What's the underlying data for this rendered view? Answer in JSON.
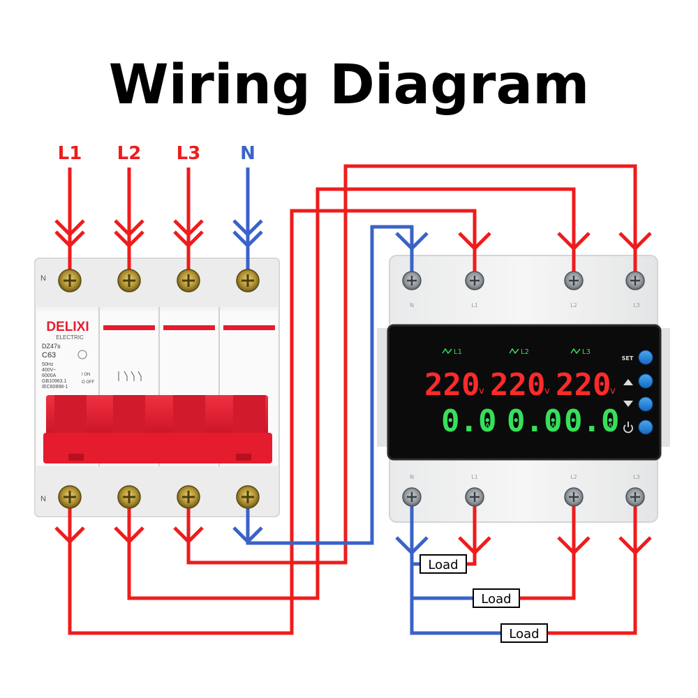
{
  "title": "Wiring Diagram",
  "colors": {
    "line": "#ee1c1c",
    "neutral": "#3a63c8",
    "breaker_red": "#e51c2e",
    "digit_red": "#ff2a2a",
    "digit_green": "#36e05a",
    "button_blue": "#1e88e5",
    "display_bg": "#0b0b0b"
  },
  "inputs": {
    "l1": "L1",
    "l2": "L2",
    "l3": "L3",
    "n": "N"
  },
  "breaker": {
    "brand": "DELIXI",
    "brand_sub": "ELECTRIC",
    "model": "DZ47s",
    "rating": "C63",
    "spec1": "50Hz",
    "spec2": "400V~",
    "spec3": "6000A",
    "spec4": "GB10963.1",
    "spec5": "IEC60898-1",
    "on_label": "I ON",
    "off_label": "O OFF",
    "n_top": "N",
    "n_bottom": "N"
  },
  "meter": {
    "phases": [
      "L1",
      "L2",
      "L3"
    ],
    "voltages": [
      "220",
      "220",
      "220"
    ],
    "voltage_unit": "v",
    "currents": [
      "0.0",
      "0.0",
      "0.0"
    ],
    "current_unit": "A",
    "set_label": "SET",
    "terminal_top": [
      "N",
      "L1",
      "L2",
      "L3"
    ],
    "terminal_bottom": [
      "N",
      "L1",
      "L2",
      "L3"
    ]
  },
  "loads": [
    "Load",
    "Load",
    "Load"
  ]
}
